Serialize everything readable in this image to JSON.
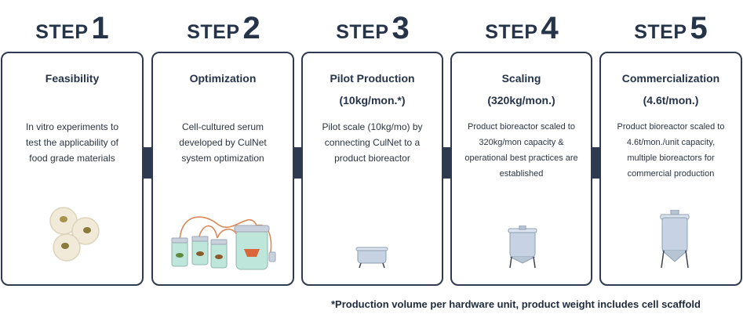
{
  "steps": [
    {
      "word": "STEP",
      "number": "1",
      "title": "Feasibility",
      "volume": "",
      "desc": [
        "In vitro experiments to",
        "test the applicability of",
        "food grade materials"
      ]
    },
    {
      "word": "STEP",
      "number": "2",
      "title": "Optimization",
      "volume": "",
      "desc": [
        "Cell-cultured serum",
        "developed by CulNet",
        "system optimization"
      ]
    },
    {
      "word": "STEP",
      "number": "3",
      "title": "Pilot Production",
      "volume": "(10kg/mon.*)",
      "desc": [
        "Pilot scale (10kg/mo) by",
        "connecting CulNet to a",
        "product bioreactor"
      ]
    },
    {
      "word": "STEP",
      "number": "4",
      "title": "Scaling",
      "volume": "(320kg/mon.)",
      "desc": [
        "Product bioreactor scaled to",
        "320kg/mon capacity &",
        "operational best practices are",
        "established"
      ]
    },
    {
      "word": "STEP",
      "number": "5",
      "title": "Commercialization",
      "volume": "(4.6t/mon.)",
      "desc": [
        "Product bioreactor scaled to",
        "4.6t/mon./unit capacity,",
        "multiple bioreactors for",
        "commercial production"
      ]
    }
  ],
  "footnote": "*Production volume per hardware unit, product weight includes cell scaffold",
  "colors": {
    "border": "#2d3a50",
    "heading": "#26344a",
    "vessel": "#c7d3e2",
    "glass": "#bfe6da",
    "tubing": "#d98a5a",
    "cell": "#f1ead8",
    "nucleus": "#8a7a3c"
  },
  "icons": [
    "cells-illustration",
    "culnet-system-illustration",
    "pilot-bioreactor-illustration",
    "medium-bioreactor-illustration",
    "large-bioreactor-illustration"
  ]
}
